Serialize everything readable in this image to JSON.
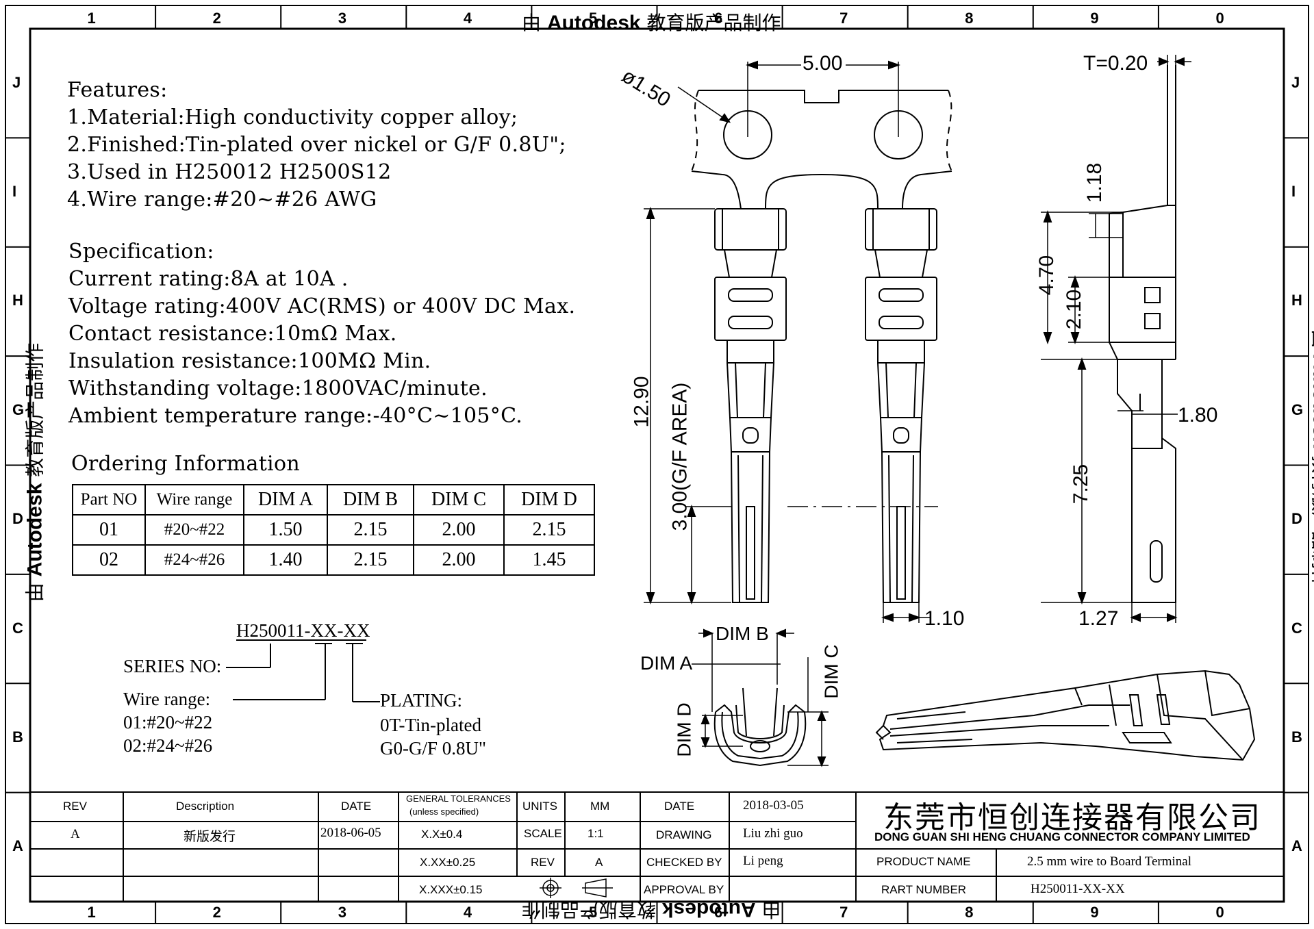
{
  "watermark": {
    "prefix": "由",
    "brand": "Autodesk",
    "suffix": "教育版产品制作"
  },
  "grid": {
    "columns": [
      "1",
      "2",
      "3",
      "4",
      "5",
      "6",
      "7",
      "8",
      "9",
      "0"
    ],
    "rows": [
      "J",
      "I",
      "H",
      "G",
      "D",
      "C",
      "B",
      "A"
    ]
  },
  "features": {
    "heading": "Features:",
    "items": [
      "1.Material:High conductivity copper alloy;",
      "2.Finished:Tin-plated over nickel or G/F 0.8U\";",
      "3.Used in H250012  H2500S12",
      "4.Wire range:#20~#26 AWG"
    ]
  },
  "specification": {
    "heading": "Specification:",
    "items": [
      "Current rating:8A at 10A .",
      "Voltage rating:400V AC(RMS) or 400V DC Max.",
      "Contact resistance:10mΩ Max.",
      "Insulation resistance:100MΩ Min.",
      "Withstanding voltage:1800VAC/minute.",
      "Ambient temperature range:-40°C~105°C."
    ]
  },
  "ordering": {
    "heading": "Ordering Information",
    "headers": [
      "Part NO",
      "Wire range",
      "DIM A",
      "DIM B",
      "DIM C",
      "DIM D"
    ],
    "rows": [
      [
        "01",
        "#20~#22",
        "1.50",
        "2.15",
        "2.00",
        "2.15"
      ],
      [
        "02",
        "#24~#26",
        "1.40",
        "2.15",
        "2.00",
        "1.45"
      ]
    ]
  },
  "part_code": {
    "code": "H250011-XX-XX",
    "series_label": "SERIES NO:",
    "wire_label": "Wire range:",
    "wire_01": "01:#20~#22",
    "wire_02": "02:#24~#26",
    "plating_label": "PLATING:",
    "plating_0t": "0T-Tin-plated",
    "plating_g0": "G0-G/F 0.8U\""
  },
  "dimensions": {
    "pitch": "5.00",
    "hole": "ø1.50",
    "thickness": "T=0.20",
    "total_length": "12.90",
    "gf_area": "3.00(G/F AREA)",
    "tip_width": "1.10",
    "d118": "1.18",
    "d470": "4.70",
    "d210": "2.10",
    "d180": "1.80",
    "d725": "7.25",
    "d127": "1.27",
    "dim_a": "DIM A",
    "dim_b": "DIM B",
    "dim_c": "DIM C",
    "dim_d": "DIM D"
  },
  "title_block": {
    "rev_label": "REV",
    "desc_label": "Description",
    "date_label": "DATE",
    "tol_label_1": "GENERAL TOLERANCES",
    "tol_label_2": "(unless specified)",
    "units_label": "UNITS",
    "units_value": "MM",
    "date2_label": "DATE",
    "date2_value": "2018-03-05",
    "rev_value": "A",
    "desc_value": "新版发行",
    "date_value": "2018-06-05",
    "tol_1": "X.X±0.4",
    "tol_2": "X.XX±0.25",
    "tol_3": "X.XXX±0.15",
    "scale_label": "SCALE",
    "scale_value": "1:1",
    "rev2_label": "REV",
    "rev2_value": "A",
    "drawing_label": "DRAWING",
    "drawing_value": "Liu zhi guo",
    "checked_label": "CHECKED BY",
    "checked_value": "Li peng",
    "approval_label": "APPROVAL BY",
    "company_cn": "东莞市恒创连接器有限公司",
    "company_en": "DONG GUAN SHI HENG CHUANG CONNECTOR COMPANY LIMITED",
    "product_label": "PRODUCT  NAME",
    "product_value": "2.5 mm wire to Board Terminal",
    "part_label": "RART  NUMBER",
    "part_value": "H250011-XX-XX"
  }
}
